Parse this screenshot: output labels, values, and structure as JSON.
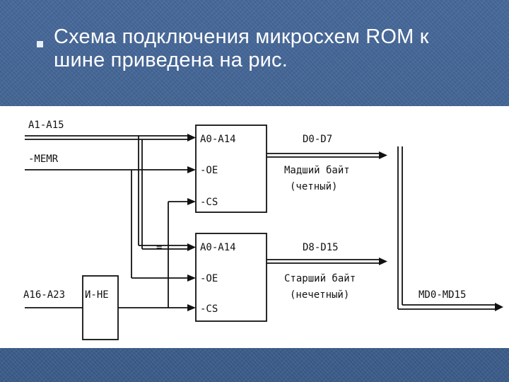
{
  "slide": {
    "title_line1": "Схема подключения микросхем ROM к",
    "title_line2": "шине приведена на рис."
  },
  "diagram": {
    "signals": {
      "a1_a15": "A1-A15",
      "memr": "-MEMR",
      "a16_a23": "A16-A23",
      "gate": "И-НЕ",
      "md_bus": "MD0-MD15"
    },
    "chip_low": {
      "addr": "A0-A14",
      "oe": "-OE",
      "cs": "-CS",
      "data": "D0-D7",
      "desc1": "Мадший байт",
      "desc2": "(четный)"
    },
    "chip_high": {
      "addr": "A0-A14",
      "oe": "-OE",
      "cs": "-CS",
      "data": "D8-D15",
      "desc1": "Старший байт",
      "desc2": "(нечетный)"
    },
    "equals_mark": "="
  },
  "colors": {
    "background": "#3d5f8c",
    "panel": "#ffffff",
    "ink": "#111111"
  }
}
